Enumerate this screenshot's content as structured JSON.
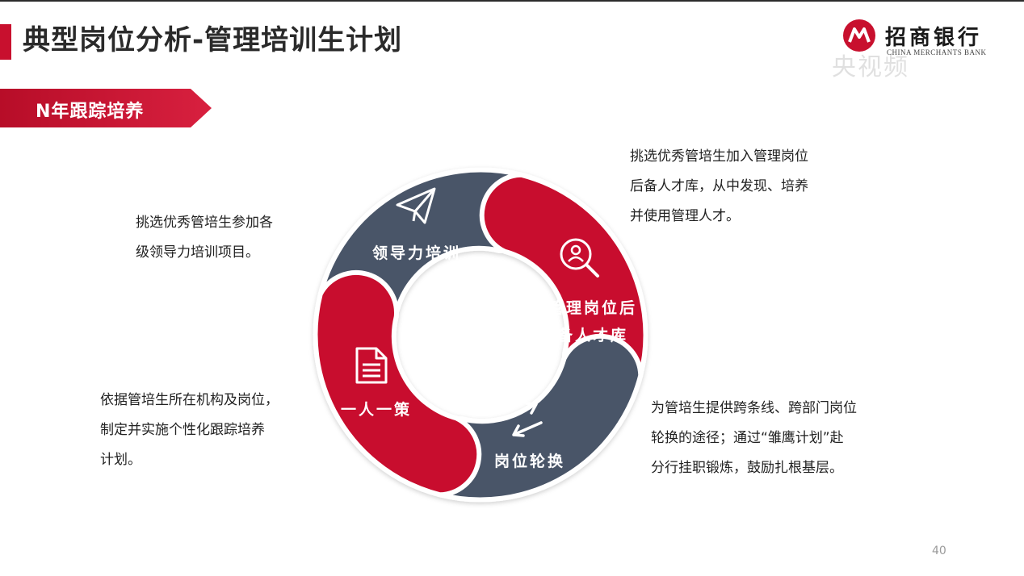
{
  "page": {
    "title": "典型岗位分析-管理培训生计划",
    "page_number": "40"
  },
  "logo": {
    "name": "招商银行",
    "english": "CHINA MERCHANTS BANK"
  },
  "watermark": "央视频",
  "banner": {
    "label": "N年跟踪培养"
  },
  "colors": {
    "red": "#c8102e",
    "slate": "#4a5568"
  },
  "cycle": [
    {
      "id": "top",
      "label": "领导力培训",
      "icon": "paper-plane-icon",
      "color": "#4a5568",
      "description": "挑选优秀管培生参加各\n级领导力培训项目。"
    },
    {
      "id": "right",
      "label_line1": "管理岗位后",
      "label_line2": "备人才库",
      "icon": "person-search-icon",
      "color": "#c8102e",
      "description": "挑选优秀管培生加入管理岗位\n后备人才库，从中发现、培养\n并使用管理人才。"
    },
    {
      "id": "bottom",
      "label": "岗位轮换",
      "icon": "swap-arrows-icon",
      "color": "#4a5568",
      "description": "为管培生提供跨条线、跨部门岗位\n轮换的途径；通过“雏鹰计划”赴\n分行挂职锻炼，鼓励扎根基层。"
    },
    {
      "id": "left",
      "label": "一人一策",
      "icon": "document-icon",
      "color": "#c8102e",
      "description": "依据管培生所在机构及岗位，\n制定并实施个性化跟踪培养\n计划。"
    }
  ]
}
